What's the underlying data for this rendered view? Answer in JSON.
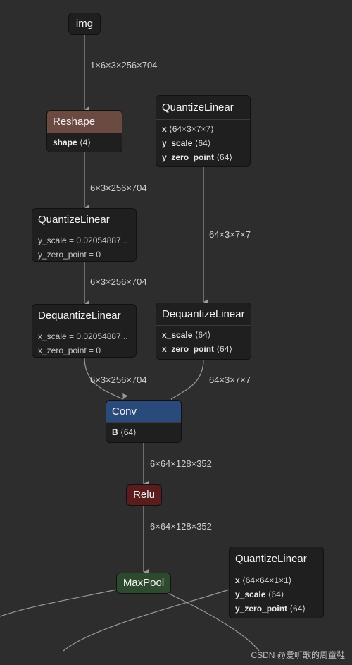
{
  "nodes": {
    "img": {
      "title": "img"
    },
    "reshape": {
      "title": "Reshape",
      "attrs": [
        {
          "key": "shape",
          "val": "⟨4⟩"
        }
      ]
    },
    "ql1": {
      "title": "QuantizeLinear",
      "attrs": [
        {
          "text": "y_scale = 0.02054887..."
        },
        {
          "text": "y_zero_point = 0"
        }
      ]
    },
    "ql2": {
      "title": "QuantizeLinear",
      "attrs": [
        {
          "key": "x",
          "val": "⟨64×3×7×7⟩"
        },
        {
          "key": "y_scale",
          "val": "⟨64⟩"
        },
        {
          "key": "y_zero_point",
          "val": "⟨64⟩"
        }
      ]
    },
    "dql1": {
      "title": "DequantizeLinear",
      "attrs": [
        {
          "text": "x_scale = 0.02054887..."
        },
        {
          "text": "x_zero_point = 0"
        }
      ]
    },
    "dql2": {
      "title": "DequantizeLinear",
      "attrs": [
        {
          "key": "x_scale",
          "val": "⟨64⟩"
        },
        {
          "key": "x_zero_point",
          "val": "⟨64⟩"
        }
      ]
    },
    "conv": {
      "title": "Conv",
      "attrs": [
        {
          "key": "B",
          "val": "⟨64⟩"
        }
      ]
    },
    "relu": {
      "title": "Relu"
    },
    "maxpool": {
      "title": "MaxPool"
    },
    "ql3": {
      "title": "QuantizeLinear",
      "attrs": [
        {
          "key": "x",
          "val": "⟨64×64×1×1⟩"
        },
        {
          "key": "y_scale",
          "val": "⟨64⟩"
        },
        {
          "key": "y_zero_point",
          "val": "⟨64⟩"
        }
      ]
    }
  },
  "edges": {
    "img_reshape": "1×6×3×256×704",
    "reshape_ql1": "6×3×256×704",
    "ql1_dql1": "6×3×256×704",
    "ql2_dql2": "64×3×7×7",
    "dql1_conv": "6×3×256×704",
    "dql2_conv": "64×3×7×7",
    "conv_relu": "6×64×128×352",
    "relu_maxpool": "6×64×128×352"
  },
  "colors": {
    "background": "#2d2d2d",
    "node_body": "#1f1f1f",
    "header_default": "#1f1f1f",
    "header_reshape": "#6b4a42",
    "header_conv": "#2a4a7c",
    "header_relu": "#5a1c1c",
    "header_maxpool": "#2e4a2e",
    "edge": "#9a9a9a"
  },
  "watermark": "CSDN @爱听歌的周童鞋"
}
